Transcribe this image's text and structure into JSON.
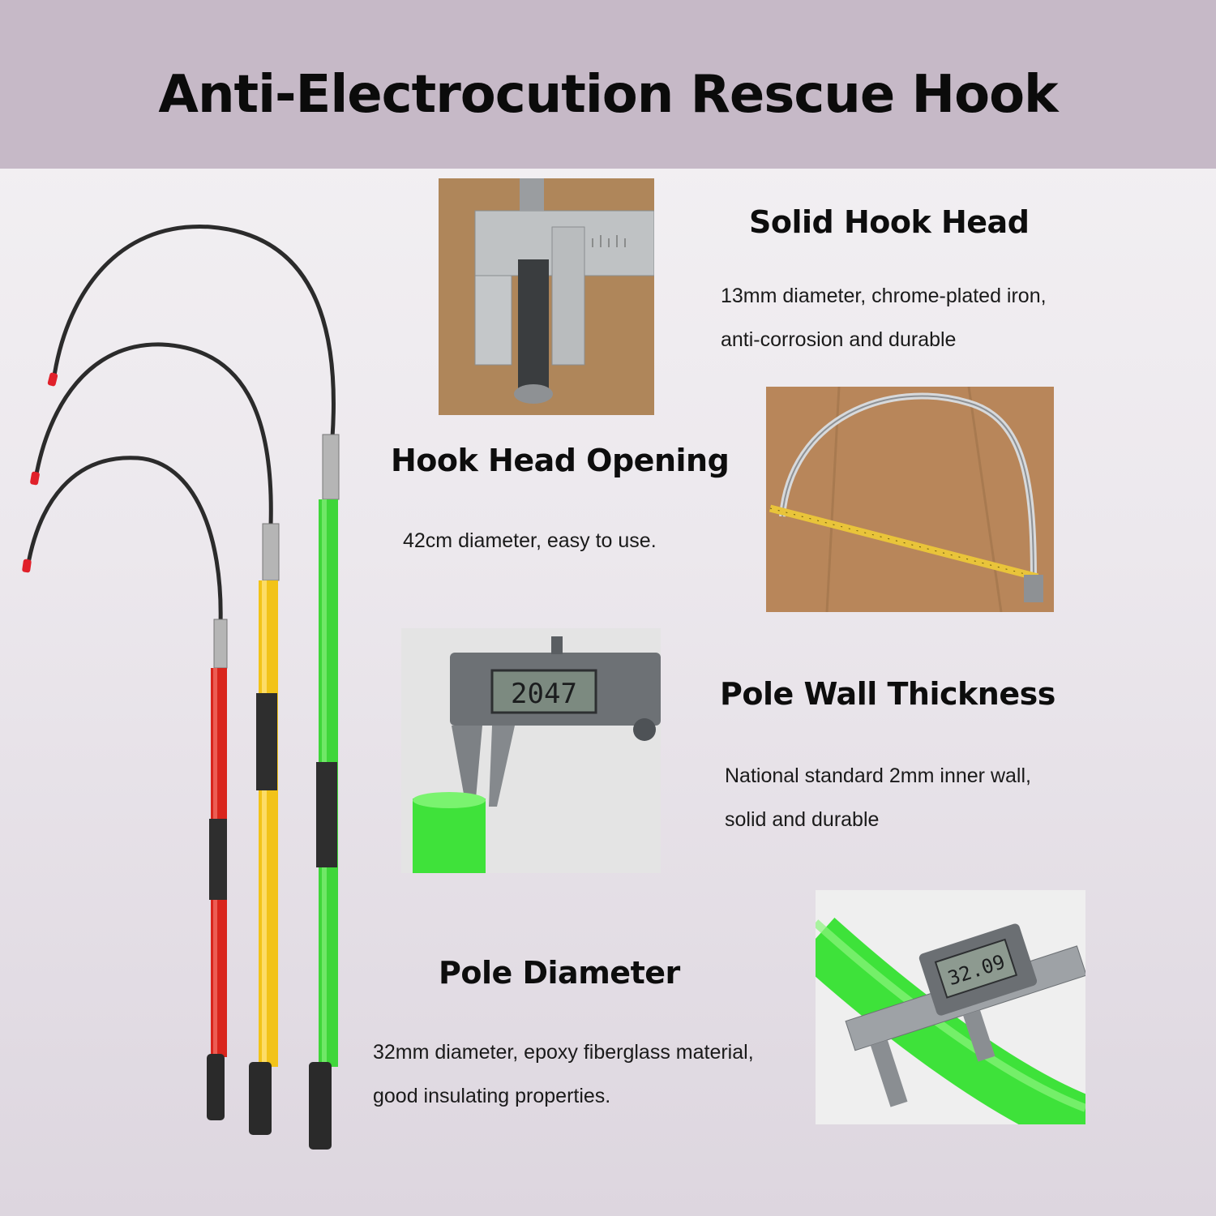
{
  "title": "Anti-Electrocution Rescue Hook",
  "features": [
    {
      "heading": "Solid Hook Head",
      "line1": "13mm diameter, chrome-plated iron,",
      "line2": "anti-corrosion and durable"
    },
    {
      "heading": "Hook Head Opening",
      "line1": "42cm diameter, easy to use.",
      "line2": ""
    },
    {
      "heading": "Pole Wall Thickness",
      "line1": "National standard 2mm inner wall,",
      "line2": "solid and durable"
    },
    {
      "heading": "Pole Diameter",
      "line1": "32mm diameter, epoxy fiberglass material,",
      "line2": "good insulating properties."
    }
  ],
  "photos": {
    "wall_caliper_reading": "2047",
    "diameter_caliper_reading": "32.09"
  },
  "pole_colors": [
    "#d9251c",
    "#f2c318",
    "#3fd63a"
  ],
  "colors": {
    "banner": "#c6b9c7",
    "grip": "#2a2a2a",
    "tip": "#e0202a"
  }
}
